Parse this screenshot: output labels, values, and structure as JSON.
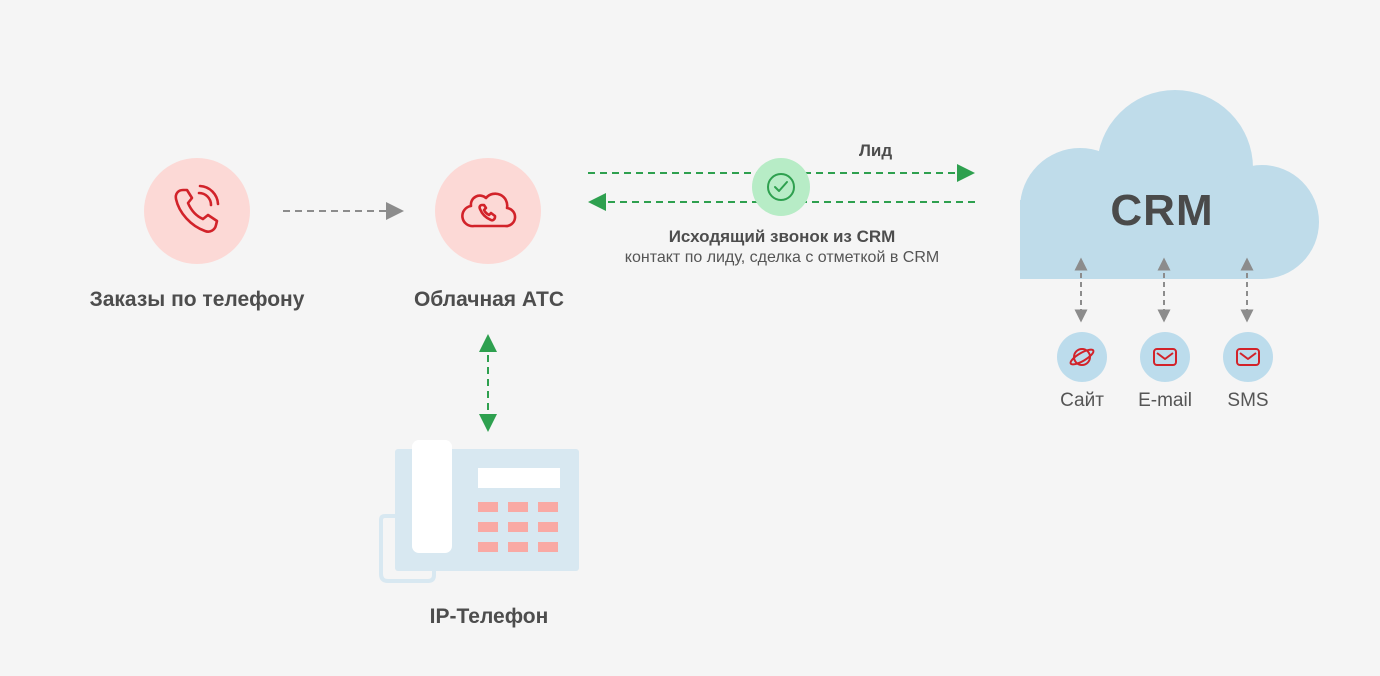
{
  "nodes": {
    "phone_orders": {
      "label": "Заказы по телефону",
      "icon": "phone-ringing-icon"
    },
    "cloud_pbx": {
      "label": "Облачная АТС",
      "icon": "cloud-phone-icon"
    },
    "ip_phone": {
      "label": "IP-Телефон",
      "icon": "desk-phone-icon"
    },
    "crm": {
      "label": "CRM",
      "icon": "cloud-icon"
    }
  },
  "flow": {
    "lead_label": "Лид",
    "outgoing_title": "Исходящий звонок из CRM",
    "outgoing_subtitle": "контакт по лиду, сделка с отметкой в CRM",
    "status_icon": "check-circle-icon"
  },
  "channels": [
    {
      "label": "Сайт",
      "icon": "planet-icon"
    },
    {
      "label": "E-mail",
      "icon": "envelope-icon"
    },
    {
      "label": "SMS",
      "icon": "envelope-icon"
    }
  ],
  "colors": {
    "background": "#f5f5f5",
    "accent_red": "#d2232a",
    "red_circle": "#fcd9d6",
    "green_arrow": "#2ea04f",
    "green_circle": "#b7ecc6",
    "gray_arrow": "#8c8c8c",
    "cloud_blue": "#bfdcea",
    "channel_circle": "#bcdcec",
    "phone_body": "#d8e8f1",
    "phone_keys": "#f9a9a4",
    "text": "#4d4d4d"
  }
}
